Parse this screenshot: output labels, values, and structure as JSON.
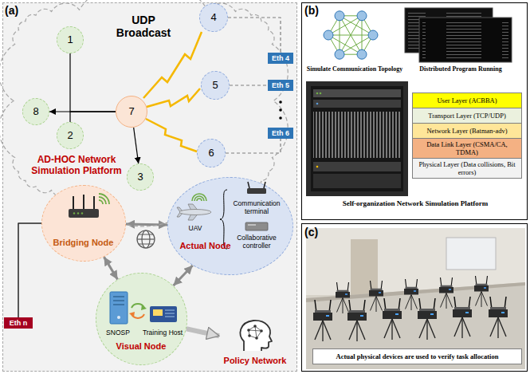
{
  "diagram": {
    "nodes": [
      {
        "text": [
          "(a)"
        ]
      },
      {
        "text": [
          "UDP Broadcast",
          "AD-HOC Network Simulation Platform"
        ],
        "in": 0
      },
      {
        "text": [
          "1"
        ],
        "in": 1
      },
      {
        "text": [
          "4"
        ],
        "in": 1
      },
      {
        "text": [
          "8"
        ],
        "in": 1
      },
      {
        "text": [
          "7"
        ],
        "in": 1
      },
      {
        "text": [
          "5"
        ],
        "in": 1
      },
      {
        "text": [
          "2"
        ],
        "in": 1
      },
      {
        "text": [
          "6"
        ],
        "in": 1
      },
      {
        "text": [
          "3"
        ],
        "in": 1
      },
      {
        "text": [
          "Eth 4"
        ],
        "in": 0
      },
      {
        "text": [
          "Eth 5"
        ],
        "in": 0
      },
      {
        "text": [
          "Eth 6"
        ],
        "in": 0
      },
      {
        "text": [
          "Bridging Node"
        ],
        "in": 0
      },
      {
        "text": [
          "Actual Node"
        ],
        "in": 0
      },
      {
        "text": [
          "Visual Node"
        ],
        "in": 0
      },
      {
        "text": [
          "Eth n"
        ],
        "in": 0
      },
      {
        "text": [
          "Policy Network"
        ],
        "in": 0
      },
      {
        "text": [
          "(b)"
        ]
      },
      {
        "text": [
          "User Layer (ACBBA)"
        ],
        "in": 18
      },
      {
        "text": [
          "Transport Layer (TCP/UDP)"
        ],
        "in": 18
      },
      {
        "text": [
          "Network Layer (Batman-adv)"
        ],
        "in": 18
      },
      {
        "text": [
          "Data Link Layer (CSMA/CA, TDMA)"
        ],
        "in": 18
      },
      {
        "text": [
          "Physical Layer (Data collisions, Bit errors)"
        ],
        "in": 18
      },
      {
        "text": [
          "(c)"
        ]
      },
      {
        "text": [
          "Actual physical devices are used to verify task allocation"
        ],
        "in": 24
      }
    ],
    "edges": [
      {
        "from": 5,
        "to": 4,
        "arrow": "to"
      },
      {
        "from": 5,
        "to": 2,
        "arrow": "none"
      },
      {
        "from": 5,
        "to": 7,
        "arrow": "none"
      },
      {
        "from": 5,
        "to": 9,
        "arrow": "to"
      },
      {
        "from": 3,
        "to": 10,
        "arrow": "none"
      },
      {
        "from": 6,
        "to": 11,
        "arrow": "none"
      },
      {
        "from": 8,
        "to": 12,
        "arrow": "none"
      },
      {
        "from": 13,
        "to": 14,
        "arrow": "both"
      },
      {
        "from": 13,
        "to": 15,
        "arrow": "both"
      },
      {
        "from": 15,
        "to": 14,
        "arrow": "both"
      },
      {
        "from": 16,
        "to": 13,
        "arrow": "none"
      },
      {
        "from": 15,
        "to": 17,
        "arrow": "to"
      }
    ],
    "labels": [
      "Communication terminal",
      "Collaborative controller",
      "UAV",
      "SNOSP",
      "Training Host",
      "Simulate Communication Topology",
      "Distributed Program Running",
      "Self-organization Network Simulation Platform"
    ]
  }
}
